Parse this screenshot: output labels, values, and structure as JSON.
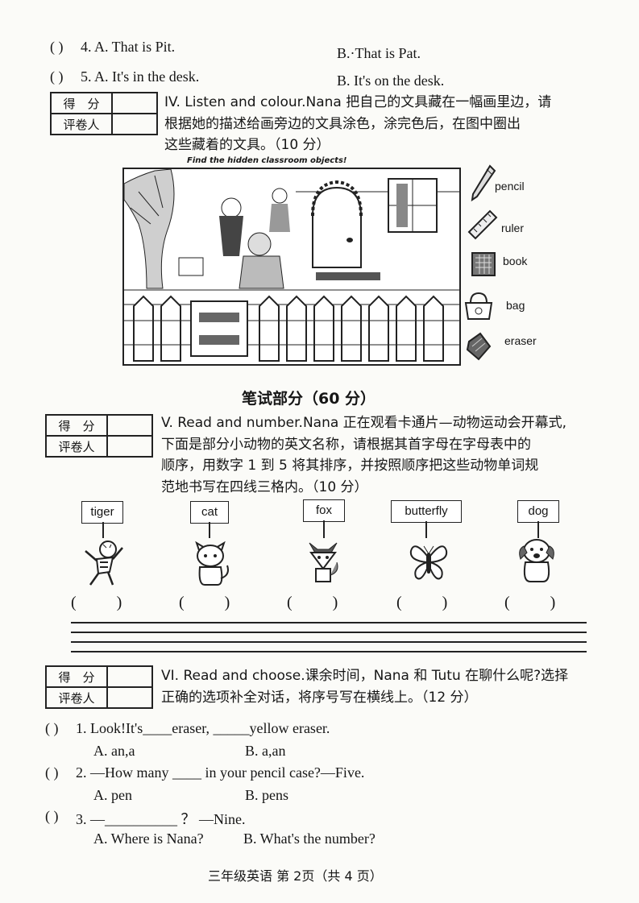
{
  "top_items": {
    "q4_paren": "(     )",
    "q4_a": "4. A. That is Pit.",
    "q4_b": "B.·That is Pat.",
    "q5_paren": "(     )",
    "q5_a": "5. A. It's in the desk.",
    "q5_b": "B. It's on the desk."
  },
  "score_table": {
    "score": "得　分",
    "grader": "评卷人"
  },
  "section4": {
    "line1": "IV. Listen and colour.Nana  把自己的文具藏在一幅画里边，请",
    "line2": "根据她的描述给画旁边的文具涂色，涂完色后，在图中圈出",
    "line3": "这些藏着的文具。（10 分）",
    "picture_caption": "Find the hidden classroom objects!",
    "tools": [
      "pencil",
      "ruler",
      "book",
      "bag",
      "eraser"
    ]
  },
  "written_title": "笔试部分（60 分）",
  "section5": {
    "line1": "V. Read and number.Nana 正在观看卡通片—动物运动会开幕式,",
    "line2": "下面是部分小动物的英文名称，请根据其首字母在字母表中的",
    "line3": "顺序，用数字 1 到 5 将其排序，并按照顺序把这些动物单词规",
    "line4": "范地书写在四线三格内。（10 分）",
    "animals": [
      "tiger",
      "cat",
      "fox",
      "butterfly",
      "dog"
    ],
    "blank": "(          )"
  },
  "section6": {
    "line1": "VI. Read and choose.课余时间，Nana 和 Tutu 在聊什么呢?选择",
    "line2": "正确的选项补全对话，将序号写在横线上。（12 分）",
    "q1_paren": "(     )",
    "q1": "1. Look!It's____eraser, _____yellow eraser.",
    "q1_a": "A. an,a",
    "q1_b": "B. a,an",
    "q2_paren": "(     )",
    "q2": "2.  —How many  ____  in your pencil case?—Five.",
    "q2_a": "A. pen",
    "q2_b": "B. pens",
    "q3_paren": "(     )",
    "q3": "3.  —__________  ？ —Nine.",
    "q3_a": "A. Where is Nana?",
    "q3_b": "B. What's the number?"
  },
  "footer": "三年级英语  第 2页（共 4 页）"
}
